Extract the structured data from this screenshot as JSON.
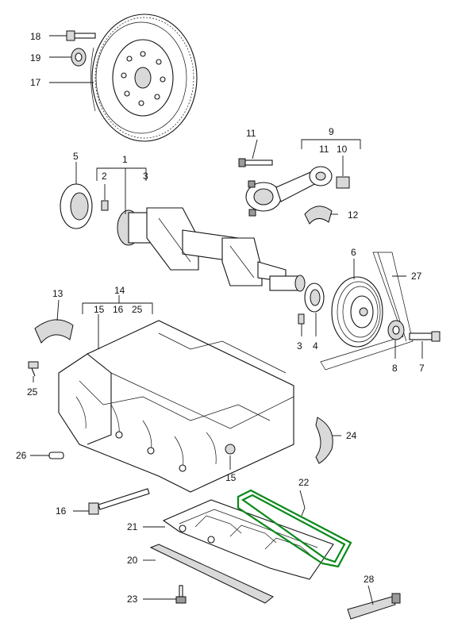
{
  "diagram": {
    "callouts": {
      "c1": "1",
      "c2": "2",
      "c3": "3",
      "c3b": "3",
      "c4": "4",
      "c5": "5",
      "c6": "6",
      "c7": "7",
      "c8": "8",
      "c9": "9",
      "c10": "10",
      "c11": "11",
      "c11b": "11",
      "c12": "12",
      "c13": "13",
      "c14": "14",
      "c15": "15",
      "c15b": "15",
      "c16": "16",
      "c16b": "16",
      "c17": "17",
      "c18": "18",
      "c19": "19",
      "c20": "20",
      "c21": "21",
      "c22": "22",
      "c23": "23",
      "c24": "24",
      "c25": "25",
      "c25b": "25",
      "c26": "26",
      "c27": "27",
      "c28": "28"
    },
    "colors": {
      "highlight": "#0a8a1a",
      "line": "#111111"
    }
  }
}
